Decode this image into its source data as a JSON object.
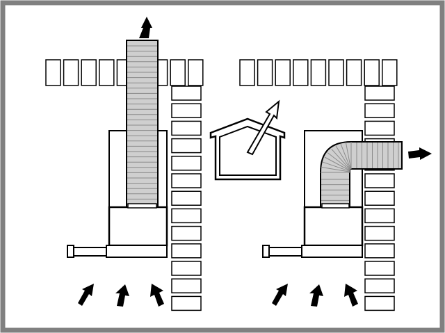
{
  "colors": {
    "frame": "#808080",
    "background": "#ffffff",
    "stroke": "#000000",
    "duct_fill": "#cfcfcf",
    "duct_line": "#8a8a8a",
    "arrow_fill": "#000000"
  },
  "panels": [
    {
      "name": "left",
      "description_icon": "straight-vertical-flue",
      "exhaust_direction": "up",
      "intake_arrows": 3
    },
    {
      "name": "right",
      "description_icon": "bent-horizontal-flue",
      "exhaust_direction": "right",
      "intake_arrows": 3
    }
  ],
  "center_icon": "house-roof-vent-icon"
}
